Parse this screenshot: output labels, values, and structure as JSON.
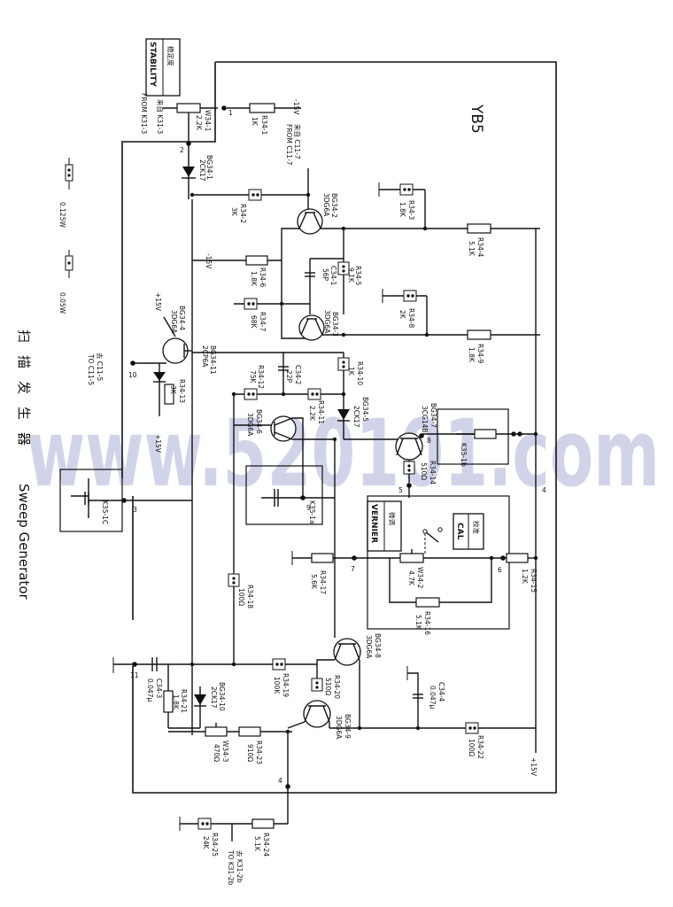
{
  "title": {
    "cn": "扫描发生器",
    "en": "Sweep Generator",
    "block": "YB5"
  },
  "watermark": "www.520101.com",
  "stability_box": {
    "cn": "稳定度",
    "en": "STABILITY"
  },
  "legend": {
    "w125": "0.125W",
    "w05": "0.05W"
  },
  "supplies": {
    "pos15": "+15V",
    "neg15": "-15V",
    "neg15_top": "-15V"
  },
  "nodes": {
    "n1": "1",
    "n2": "2",
    "n3": "3",
    "n4": "4",
    "n5": "5",
    "n6": "6",
    "n7": "7",
    "n8": "8",
    "n9": "9",
    "n10": "10",
    "n11": "11"
  },
  "refs": {
    "from_k31_3": "来自 K31-3",
    "from_k31_3_en": "FROM K31-3",
    "from_c11_7": "来自 C11-7",
    "from_c11_7_en": "FROM C11-7",
    "to_c11_5": "去 C11-5",
    "to_c11_5_en": "TO C11-5",
    "to_k31_2b": "去 K31-2b",
    "to_k31_2b_en": "TO K31-2b"
  },
  "cal_box": {
    "cn": "校准",
    "en": "CAL"
  },
  "vernier_box": {
    "cn": "微调",
    "en": "VERNIER"
  },
  "components": {
    "r1": {
      "name": "R34-1",
      "value": "1K"
    },
    "w1": {
      "name": "W34-1",
      "value": "2.2K"
    },
    "bg1": {
      "name": "BG34-1",
      "value": "2CK17"
    },
    "r2": {
      "name": "R34-2",
      "value": "3K"
    },
    "bg2": {
      "name": "BG34-2",
      "value": "3DG6A"
    },
    "r3": {
      "name": "R34-3",
      "value": "1.8K"
    },
    "r4": {
      "name": "R34-4",
      "value": "5.1K"
    },
    "r5": {
      "name": "R34-5",
      "value": "9.1K"
    },
    "c1": {
      "name": "C34-1",
      "value": "56P"
    },
    "r6": {
      "name": "R34-6",
      "value": "1.8K"
    },
    "r7": {
      "name": "R34-7",
      "value": "68K"
    },
    "r8": {
      "name": "R34-8",
      "value": "2K"
    },
    "bg3": {
      "name": "BG34-3",
      "value": "3DG6A"
    },
    "r9": {
      "name": "R34-9",
      "value": "1.8K"
    },
    "bg4": {
      "name": "BG34-4",
      "value": "3DG6A"
    },
    "bg11": {
      "name": "BG34-11",
      "value": "2CP6A"
    },
    "r13": {
      "name": "R34-13",
      "value": "3K"
    },
    "c2": {
      "name": "C34-2",
      "value": "22P"
    },
    "r10": {
      "name": "R34-10",
      "value": "1K"
    },
    "r12": {
      "name": "R34-12",
      "value": "75K"
    },
    "r11": {
      "name": "R34-11",
      "value": "2.2K"
    },
    "bg6": {
      "name": "BG34-6",
      "value": "3DG6A"
    },
    "bg5": {
      "name": "BG34-5",
      "value": "2CK17"
    },
    "bg7": {
      "name": "BG34-7",
      "value": "3CG14B"
    },
    "k35_1b": {
      "name": "K35-1b",
      "value": ""
    },
    "r14": {
      "name": "R34-14",
      "value": "510Ω"
    },
    "k35_1c": {
      "name": "K35-1C",
      "value": ""
    },
    "k35_1a": {
      "name": "K35-1a",
      "value": ""
    },
    "r15": {
      "name": "R34-15",
      "value": "1.2K"
    },
    "w2": {
      "name": "W34-2",
      "value": "4.7K"
    },
    "r16": {
      "name": "R34-16",
      "value": "5.1K"
    },
    "r17": {
      "name": "R34-17",
      "value": "5.6K"
    },
    "r18": {
      "name": "R34-18",
      "value": "100Ω"
    },
    "bg8": {
      "name": "BG34-8",
      "value": "3DG6A"
    },
    "c3": {
      "name": "C34-3",
      "value": "0.047μ"
    },
    "r19": {
      "name": "R34-19",
      "value": "100K"
    },
    "r20": {
      "name": "R34-20",
      "value": "510Ω"
    },
    "r21": {
      "name": "R34-21",
      "value": "1.8K"
    },
    "bg10": {
      "name": "BG34-10",
      "value": "2CK17"
    },
    "c4": {
      "name": "C34-4",
      "value": "0.047μ"
    },
    "bg9": {
      "name": "BG34-9",
      "value": "3DG6A"
    },
    "w3": {
      "name": "W34-3",
      "value": "470Ω"
    },
    "r23": {
      "name": "R34-23",
      "value": "910Ω"
    },
    "r22": {
      "name": "R34-22",
      "value": "100Ω"
    },
    "r24": {
      "name": "R34-24",
      "value": "5.1K"
    },
    "r25": {
      "name": "R34-25",
      "value": "24K"
    }
  }
}
